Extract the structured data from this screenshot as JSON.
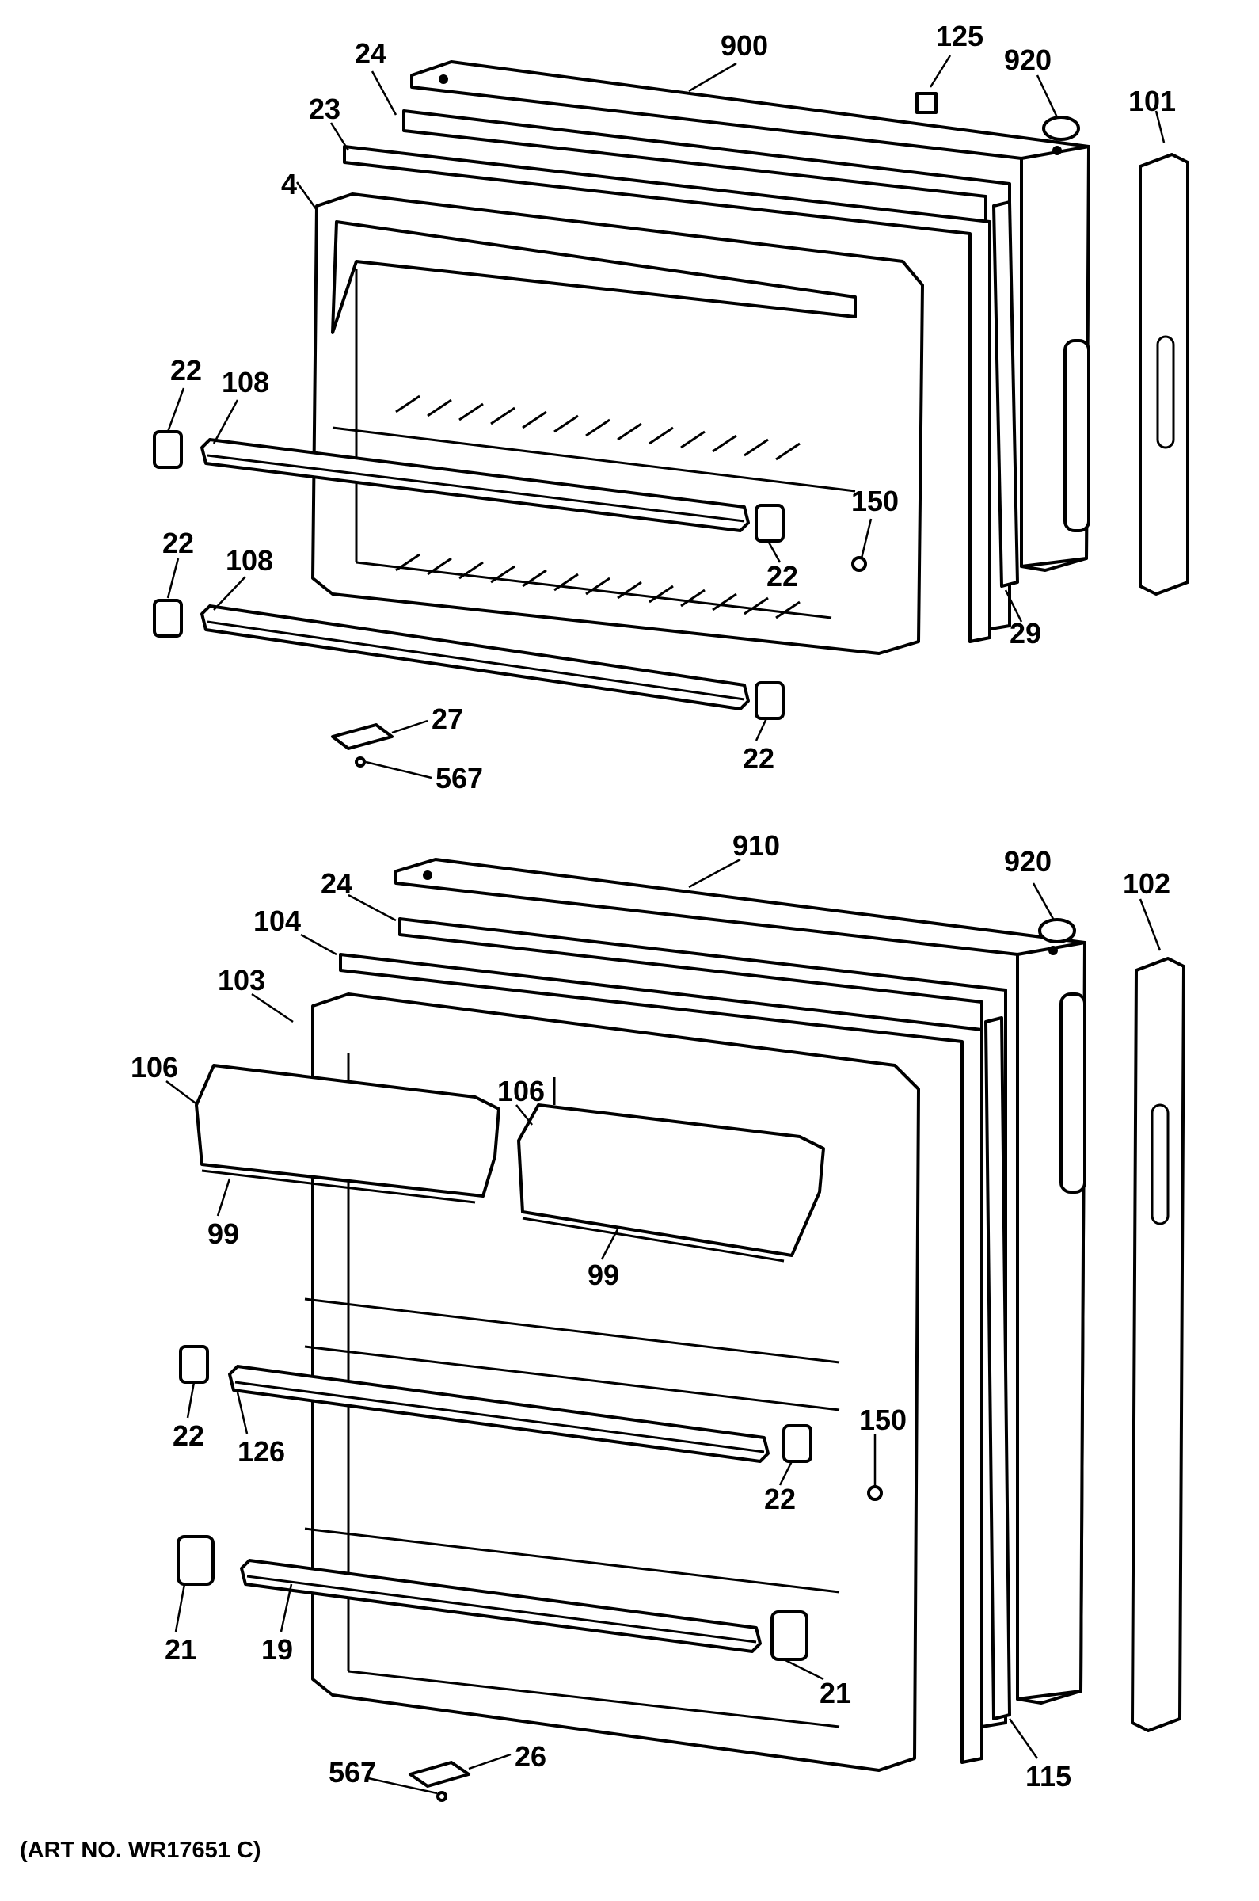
{
  "art_number": "(ART NO. WR17651 C)",
  "freezer_door": {
    "labels": {
      "900": "900",
      "125": "125",
      "920": "920",
      "101": "101",
      "24": "24",
      "23": "23",
      "4": "4",
      "22_a": "22",
      "108_a": "108",
      "22_b": "22",
      "108_b": "108",
      "150": "150",
      "22_c": "22",
      "29": "29",
      "22_d": "22",
      "27": "27",
      "567": "567"
    }
  },
  "fresh_food_door": {
    "labels": {
      "910": "910",
      "920": "920",
      "102": "102",
      "24": "24",
      "104": "104",
      "103": "103",
      "106_a": "106",
      "106_b": "106",
      "99_a": "99",
      "99_b": "99",
      "22_a": "22",
      "126": "126",
      "150": "150",
      "22_b": "22",
      "21_a": "21",
      "19": "19",
      "21_b": "21",
      "115": "115",
      "26": "26",
      "567": "567"
    }
  }
}
